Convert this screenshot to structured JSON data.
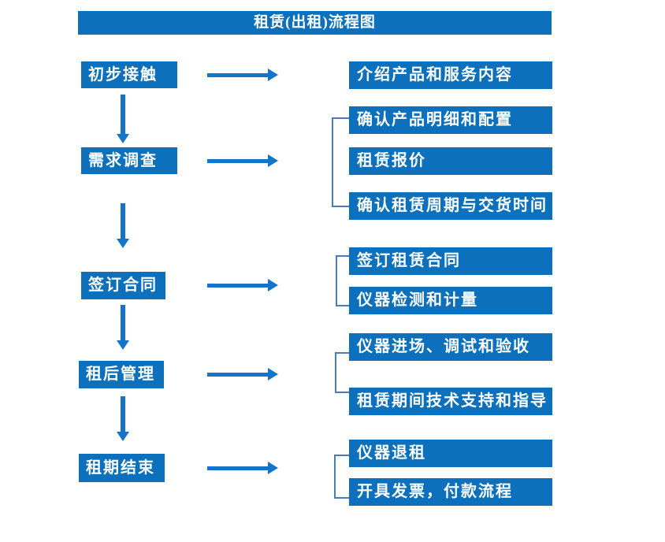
{
  "title": "租赁(出租)流程图",
  "colors": {
    "box": "#0c70bc",
    "arrow": "#1375c9",
    "bracket": "#4a7cb8",
    "text": "#ffffff",
    "background": "#ffffff"
  },
  "stages": [
    {
      "label": "初步接触"
    },
    {
      "label": "需求调查"
    },
    {
      "label": "签订合同"
    },
    {
      "label": "租后管理"
    },
    {
      "label": "租期结束"
    }
  ],
  "details": [
    {
      "label": "介绍产品和服务内容"
    },
    {
      "label": "确认产品明细和配置"
    },
    {
      "label": "租赁报价"
    },
    {
      "label": "确认租赁周期与交货时间"
    },
    {
      "label": "签订租赁合同"
    },
    {
      "label": "仪器检测和计量"
    },
    {
      "label": "仪器进场、调试和验收"
    },
    {
      "label": "租赁期间技术支持和指导"
    },
    {
      "label": "仪器退租"
    },
    {
      "label": "开具发票，付款流程"
    }
  ]
}
